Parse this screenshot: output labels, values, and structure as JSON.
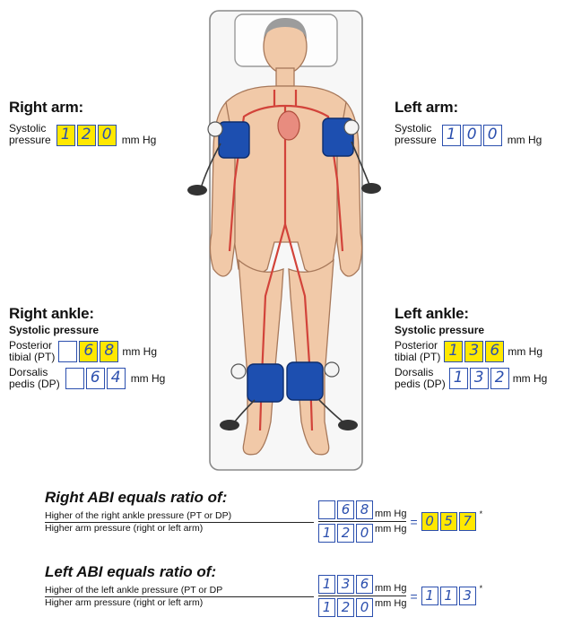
{
  "right_arm": {
    "heading": "Right arm:",
    "label_line1": "Systolic",
    "label_line2": "pressure",
    "digits": [
      "1",
      "2",
      "0"
    ],
    "unit": "mm Hg",
    "highlighted": true
  },
  "left_arm": {
    "heading": "Left arm:",
    "label_line1": "Systolic",
    "label_line2": "pressure",
    "digits": [
      "1",
      "0",
      "0"
    ],
    "unit": "mm Hg",
    "highlighted": false
  },
  "right_ankle": {
    "heading": "Right ankle:",
    "subheading": "Systolic pressure",
    "pt_line1": "Posterior",
    "pt_line2": "tibial (PT)",
    "pt_digits": [
      "",
      "6",
      "8"
    ],
    "pt_highlighted": true,
    "dp_line1": "Dorsalis",
    "dp_line2": "pedis (DP)",
    "dp_digits": [
      "",
      "6",
      "4"
    ],
    "dp_highlighted": false,
    "unit": "mm Hg"
  },
  "left_ankle": {
    "heading": "Left ankle:",
    "subheading": "Systolic pressure",
    "pt_line1": "Posterior",
    "pt_line2": "tibial (PT)",
    "pt_digits": [
      "1",
      "3",
      "6"
    ],
    "pt_highlighted": true,
    "dp_line1": "Dorsalis",
    "dp_line2": "pedis (DP)",
    "dp_digits": [
      "1",
      "3",
      "2"
    ],
    "dp_highlighted": false,
    "unit": "mm Hg"
  },
  "right_abi": {
    "title": "Right ABI equals ratio of:",
    "numerator_text": "Higher of the right ankle pressure (PT or DP)",
    "denominator_text": "Higher arm pressure (right or left arm)",
    "num_digits": [
      "",
      "6",
      "8"
    ],
    "den_digits": [
      "1",
      "2",
      "0"
    ],
    "unit": "mm Hg",
    "equals": "=",
    "result_digits": [
      "0",
      "5",
      "7"
    ],
    "star": "*",
    "result_highlighted": true
  },
  "left_abi": {
    "title": "Left ABI equals ratio of:",
    "numerator_text": "Higher of the left ankle pressure (PT or DP",
    "denominator_text": "Higher arm pressure (right or left arm)",
    "num_digits": [
      "1",
      "3",
      "6"
    ],
    "den_digits": [
      "1",
      "2",
      "0"
    ],
    "unit": "mm Hg",
    "equals": "=",
    "result_digits": [
      "1",
      "1",
      "3"
    ],
    "star": "*",
    "result_highlighted": false
  },
  "colors": {
    "ink_blue": "#2b4fae",
    "highlight": "#ffe800",
    "cuff_blue": "#1d4fb0",
    "skin": "#f1c9a8",
    "artery": "#d2433a"
  }
}
